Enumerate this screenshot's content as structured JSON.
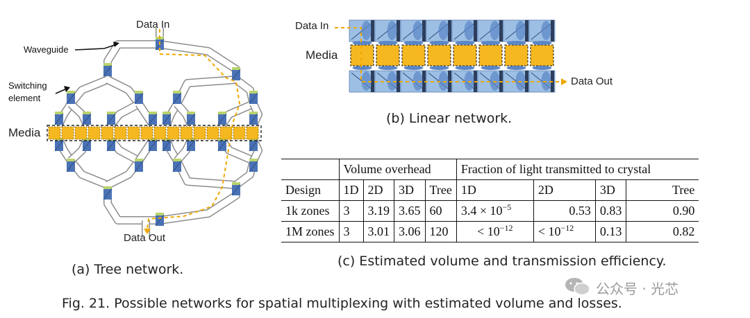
{
  "tree": {
    "data_in": "Data In",
    "waveguide": "Waveguide",
    "switching_1": "Switching",
    "switching_2": "element",
    "media": "Media",
    "data_out": "Data Out",
    "caption": "(a) Tree network."
  },
  "linear": {
    "data_in": "Data In",
    "media": "Media",
    "data_out": "Data Out",
    "caption": "(b) Linear network."
  },
  "table": {
    "group_volume": "Volume overhead",
    "group_fraction": "Fraction of light transmitted to crystal",
    "headers": [
      "Design",
      "1D",
      "2D",
      "3D",
      "Tree",
      "1D",
      "2D",
      "3D",
      "Tree"
    ],
    "row1": {
      "design": "1k zones",
      "v1d": "3",
      "v2d": "3.19",
      "v3d": "3.65",
      "vtree": "60",
      "f1d_base": "3.4 × 10",
      "f1d_exp": "−5",
      "f2d": "0.53",
      "f3d": "0.83",
      "ftree": "0.90"
    },
    "row2": {
      "design": "1M zones",
      "v1d": "3",
      "v2d": "3.01",
      "v3d": "3.06",
      "vtree": "120",
      "f1d_base": "< 10",
      "f1d_exp": "−12",
      "f2d_base": "< 10",
      "f2d_exp": "−12",
      "f3d": "0.13",
      "ftree": "0.82"
    },
    "caption": "(c) Estimated volume and transmission efficiency."
  },
  "figure_caption": "Fig. 21.  Possible networks for spatial multiplexing with estimated volume and losses.",
  "watermark": "公众号 · 光芯",
  "colors": {
    "media_fill": "#f5b820",
    "switch_blue": "#4a72b5",
    "switch_green": "#b9d36c",
    "path_dash": "#f0a800",
    "linear_blue": "#9dbfe4"
  }
}
